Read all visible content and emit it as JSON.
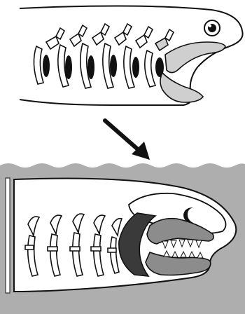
{
  "figure": {
    "description_visible_text": "",
    "panels": [
      {
        "id": "agnathan",
        "background": "#ffffff"
      },
      {
        "id": "gnathostome",
        "background": "#aeaeae"
      }
    ],
    "arrow": {
      "direction": "down-right"
    }
  },
  "colors": {
    "outline": "#111111",
    "water": "#aeaeae",
    "body_fill": "#ffffff",
    "arch_light": "#cfcfcf",
    "arch_mid": "#8c8c8c",
    "arch_dark": "#1a1a1a",
    "gill_dark": "#111111"
  }
}
